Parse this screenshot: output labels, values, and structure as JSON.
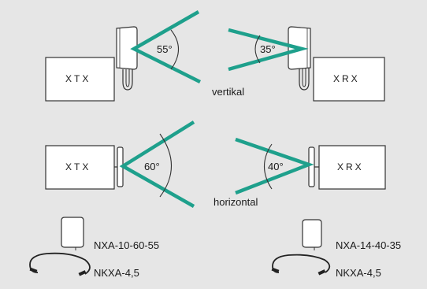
{
  "diagram": {
    "beam_color": "#1ea08c",
    "panel_color": "#e6e6e6",
    "device_fill": "#ffffff",
    "tx_label": "XTX",
    "rx_label": "XRX",
    "vertical": {
      "caption": "vertikal",
      "tx_angle": "55°",
      "rx_angle": "35°"
    },
    "horizontal": {
      "caption": "horizontal",
      "tx_angle": "60°",
      "rx_angle": "40°"
    },
    "parts": {
      "tx_antenna": "NXA-10-60-55",
      "tx_cable": "NKXA-4,5",
      "rx_antenna": "NXA-14-40-35",
      "rx_cable": "NKXA-4,5"
    }
  }
}
